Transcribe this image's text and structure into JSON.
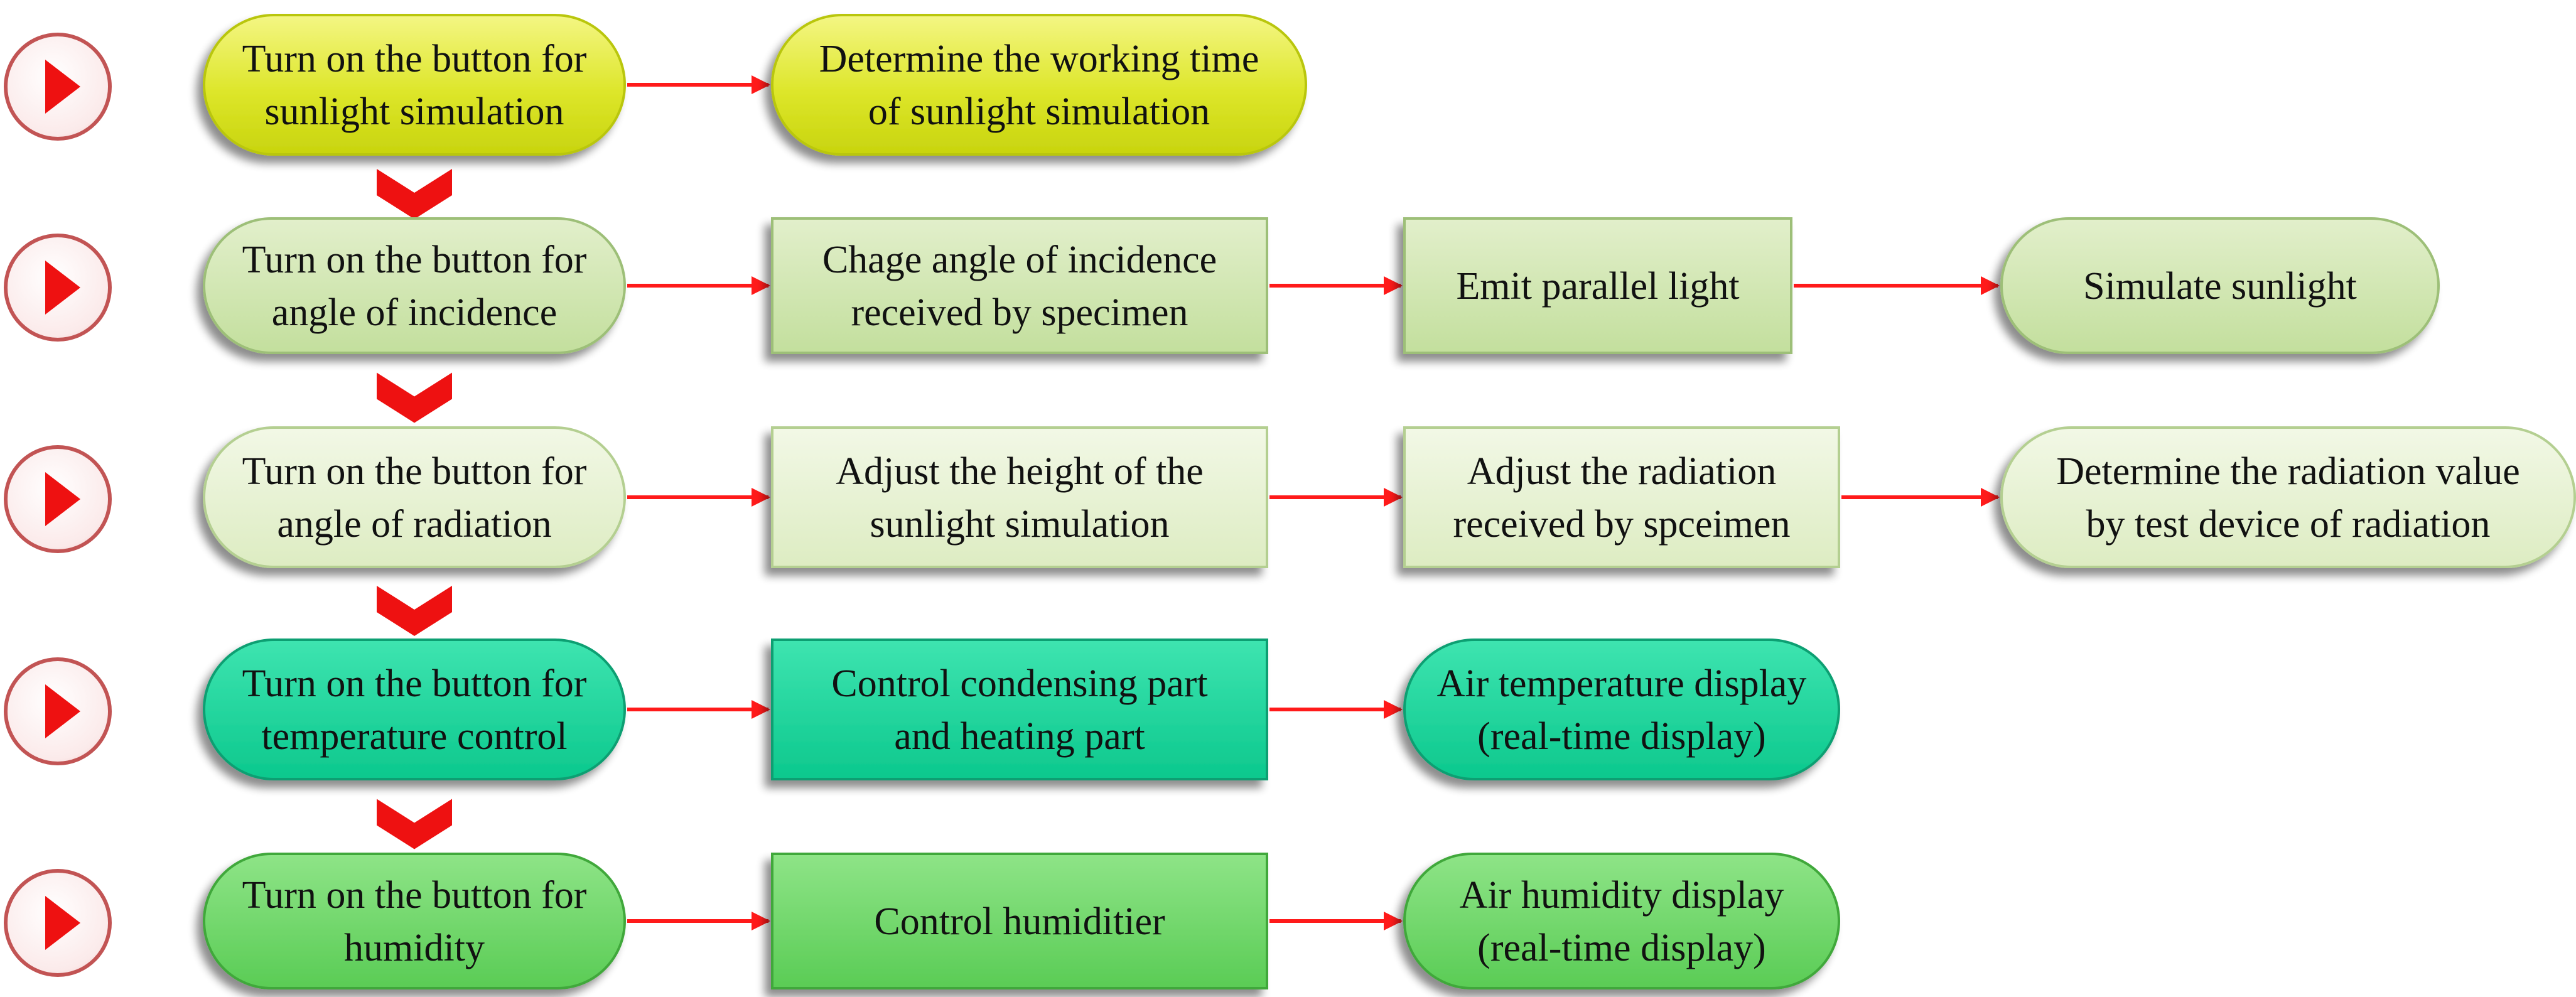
{
  "colors": {
    "row1_fill_top": "#eef272",
    "row1_fill_bottom": "#cfdc12",
    "row2_fill": "#cfe6b0",
    "row3_fill": "#e6f2d0",
    "row4_fill": "#14d69a",
    "row5_fill": "#6ed66a",
    "arrow_red": "#ff1a1a",
    "play_red": "#ee1111",
    "chevron_red": "#ee1111",
    "text": "#111111"
  },
  "rows": [
    {
      "id": "sunlight",
      "nodes": [
        {
          "id": "turn-on-sunlight",
          "shape": "pill",
          "lines": [
            "Turn on the button for",
            "sunlight simulation"
          ]
        },
        {
          "id": "working-time",
          "shape": "pill",
          "lines": [
            "Determine the working time",
            "of sunlight simulation"
          ]
        }
      ]
    },
    {
      "id": "incidence",
      "nodes": [
        {
          "id": "turn-on-incidence",
          "shape": "pill",
          "lines": [
            "Turn on the button for",
            "angle of incidence"
          ]
        },
        {
          "id": "change-angle",
          "shape": "rect",
          "lines": [
            "Chage angle of incidence",
            "received by specimen"
          ]
        },
        {
          "id": "emit-light",
          "shape": "rect",
          "lines": [
            "Emit parallel light"
          ]
        },
        {
          "id": "simulate-sunlight",
          "shape": "pill",
          "lines": [
            "Simulate sunlight"
          ]
        }
      ]
    },
    {
      "id": "radiation",
      "nodes": [
        {
          "id": "turn-on-radiation",
          "shape": "pill",
          "lines": [
            "Turn on the button for",
            "angle of radiation"
          ]
        },
        {
          "id": "adjust-height",
          "shape": "rect",
          "lines": [
            "Adjust the height of the",
            "sunlight simulation"
          ]
        },
        {
          "id": "adjust-radiation",
          "shape": "rect",
          "lines": [
            "Adjust the radiation",
            "received by spceimen"
          ]
        },
        {
          "id": "determine-radiation",
          "shape": "pill",
          "lines": [
            "Determine the radiation value",
            "by test device of radiation"
          ]
        }
      ]
    },
    {
      "id": "temperature",
      "nodes": [
        {
          "id": "turn-on-temperature",
          "shape": "pill",
          "lines": [
            "Turn on the button for",
            "temperature control"
          ]
        },
        {
          "id": "control-condensing",
          "shape": "rect",
          "lines": [
            "Control condensing part",
            "and heating part"
          ]
        },
        {
          "id": "air-temperature",
          "shape": "pill",
          "lines": [
            "Air temperature display",
            "(real-time display)"
          ]
        }
      ]
    },
    {
      "id": "humidity",
      "nodes": [
        {
          "id": "turn-on-humidity",
          "shape": "pill",
          "lines": [
            "Turn on the button for",
            "humidity"
          ]
        },
        {
          "id": "control-humidifier",
          "shape": "rect",
          "lines": [
            "Control humiditier"
          ]
        },
        {
          "id": "air-humidity",
          "shape": "pill",
          "lines": [
            "Air humidity display",
            "(real-time display)"
          ]
        }
      ]
    }
  ]
}
